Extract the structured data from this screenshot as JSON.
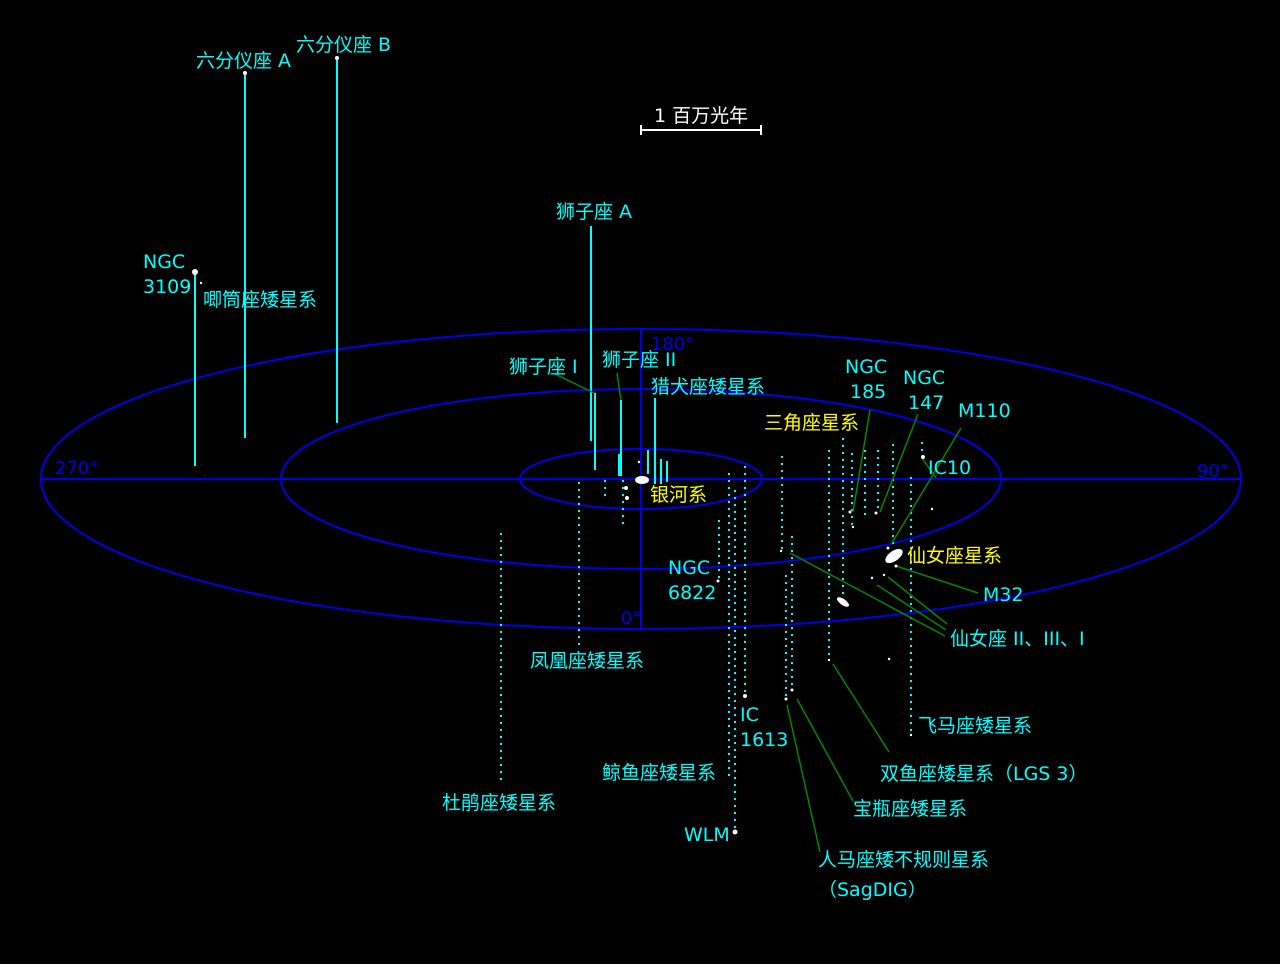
{
  "colors": {
    "background": "#000000",
    "grid": "#0000e6",
    "label": "#00ffff",
    "highlight_label": "#ffff00",
    "scale_bar": "#ffffff",
    "leader": "#008800",
    "above_plane_line": "#00ffff",
    "below_plane_line": "#00ffff",
    "galaxy_dot": "#ffffff"
  },
  "scale_bar": {
    "label": "1 百万光年"
  },
  "axis_labels": {
    "a0": "0°",
    "a90": "90°",
    "a180": "180°",
    "a270": "270°"
  },
  "galaxies": {
    "milky_way": "银河系",
    "andromeda": "仙女座星系",
    "triangulum": "三角座星系",
    "sextans_a": "六分仪座 A",
    "sextans_b": "六分仪座 B",
    "leo_a": "狮子座 A",
    "leo_i": "狮子座 I",
    "leo_ii": "狮子座 II",
    "canes": "猎犬座矮星系",
    "antlia": "唧筒座矮星系",
    "ngc3109_1": "NGC",
    "ngc3109_2": "3109",
    "ngc185_1": "NGC",
    "ngc185_2": "185",
    "ngc147_1": "NGC",
    "ngc147_2": "147",
    "m110": "M110",
    "ic10": "IC10",
    "m32": "M32",
    "and_123": "仙女座 II、III、I",
    "ngc6822_1": "NGC",
    "ngc6822_2": "6822",
    "phoenix": "凤凰座矮星系",
    "tucana": "杜鹃座矮星系",
    "cetus": "鲸鱼座矮星系",
    "wlm": "WLM",
    "ic1613_1": "IC",
    "ic1613_2": "1613",
    "pegasus": "飞马座矮星系",
    "pisces": "双鱼座矮星系（LGS 3）",
    "aquarius": "宝瓶座矮星系",
    "sagdig_1": "人马座矮不规则星系",
    "sagdig_2": "（SagDIG）"
  }
}
